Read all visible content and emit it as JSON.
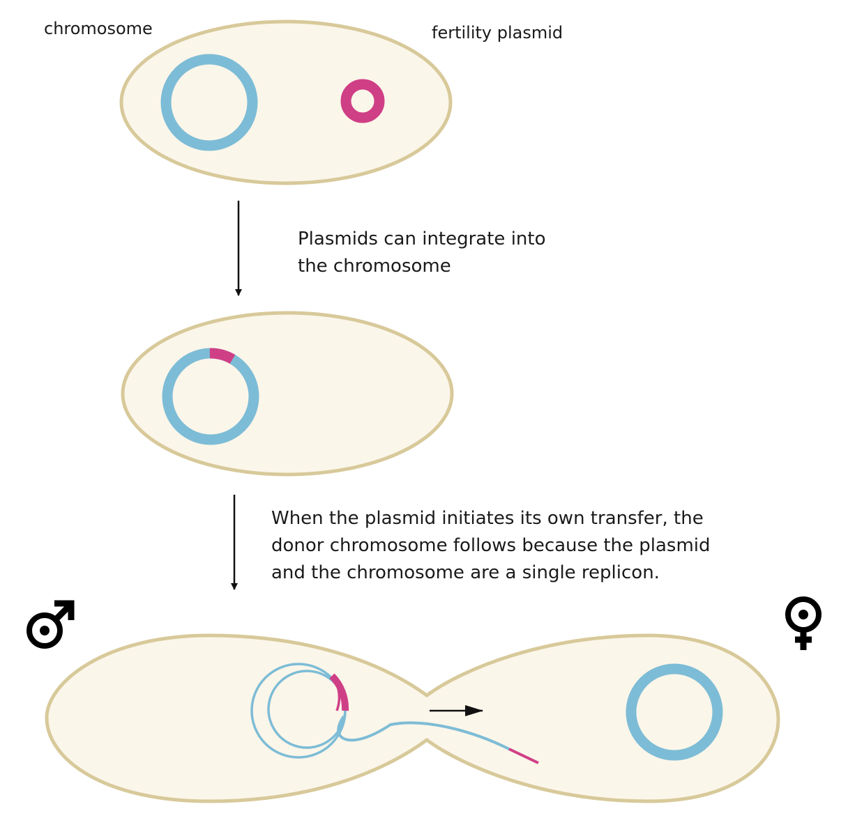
{
  "labels": {
    "chromosome": "chromosome",
    "fertility_plasmid": "fertility plasmid"
  },
  "captions": {
    "step1": [
      "Plasmids can integrate into",
      "the chromosome"
    ],
    "step2": [
      "When the plasmid initiates its own transfer, the",
      "donor chromosome follows because the plasmid",
      "and the chromosome are a single replicon."
    ]
  },
  "symbols": {
    "donor": "male-symbol-icon",
    "recipient": "female-symbol-icon"
  },
  "colors": {
    "cell_fill": "#fbf6ea",
    "cell_outline": "#d8c99a",
    "chromosome": "#7dbcd6",
    "plasmid": "#cf3f86",
    "arrow": "#111111"
  }
}
